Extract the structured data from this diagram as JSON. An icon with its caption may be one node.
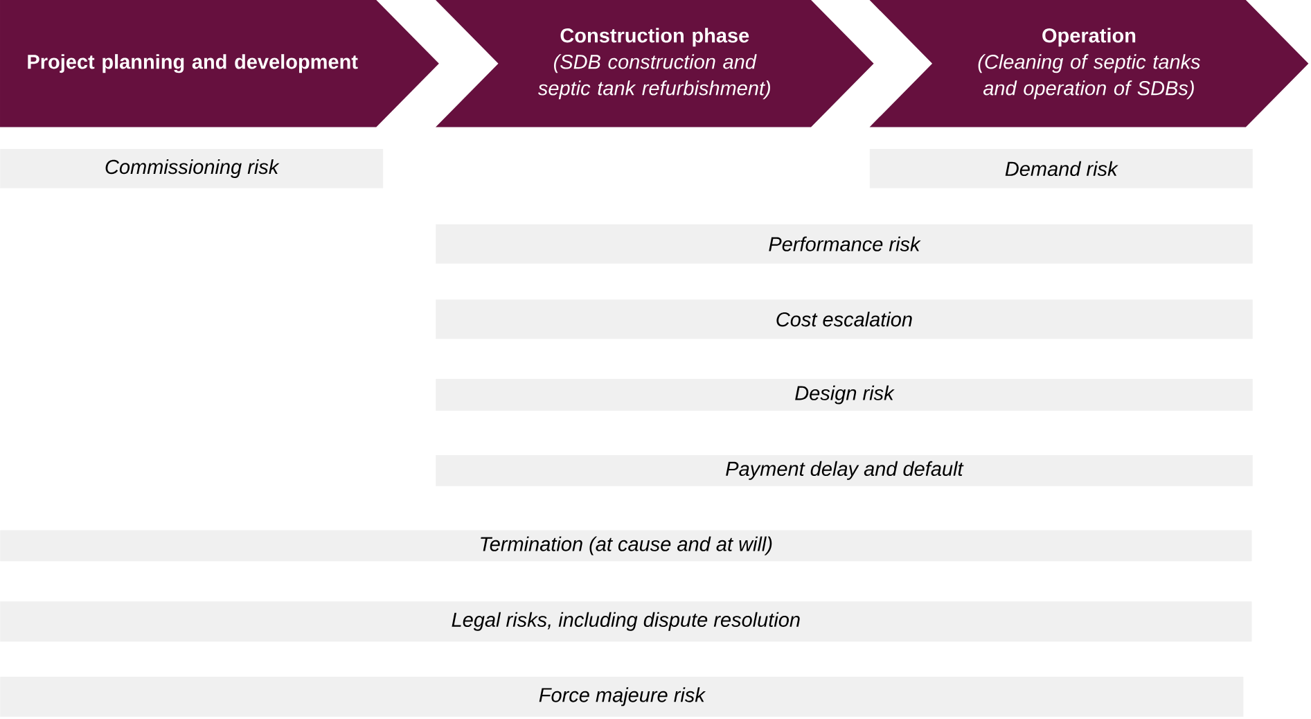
{
  "diagram": {
    "nodes": [
      {
        "text": [
          "Project planning and development"
        ]
      },
      {
        "text": [
          "Construction phase",
          "(SDB construction and septic tank refurbishment)"
        ]
      },
      {
        "text": [
          "Operation",
          "(Cleaning of septic tanks and operation of SDBs)"
        ]
      },
      {
        "text": [
          "Commissioning risk"
        ]
      },
      {
        "text": [
          "Demand risk"
        ]
      },
      {
        "text": [
          "Performance risk"
        ]
      },
      {
        "text": [
          "Cost escalation"
        ]
      },
      {
        "text": [
          "Design risk"
        ]
      },
      {
        "text": [
          "Payment delay and default"
        ]
      },
      {
        "text": [
          "Termination (at cause and at will)"
        ]
      },
      {
        "text": [
          "Legal risks, including dispute resolution"
        ]
      },
      {
        "text": [
          "Force majeure risk"
        ]
      }
    ]
  }
}
